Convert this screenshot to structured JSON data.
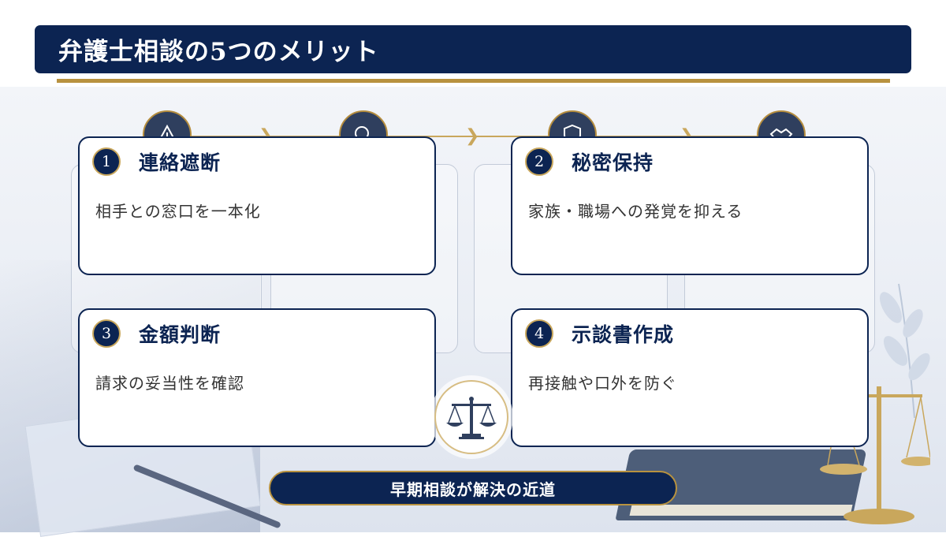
{
  "header": {
    "title": "弁護士相談の5つのメリット"
  },
  "cards": [
    {
      "number": "1",
      "title": "連絡遮断",
      "description": "相手との窓口を一本化"
    },
    {
      "number": "2",
      "title": "秘密保持",
      "description": "家族・職場への発覚を抑える"
    },
    {
      "number": "3",
      "title": "金額判断",
      "description": "請求の妥当性を確認"
    },
    {
      "number": "4",
      "title": "示談書作成",
      "description": "再接触や口外を防ぐ"
    }
  ],
  "footer": {
    "label": "早期相談が解決の近道"
  },
  "icons": {
    "step1": "warning-icon",
    "step2": "search-icon",
    "step3": "shield-icon",
    "step4": "handshake-icon",
    "center": "scales-of-justice-icon"
  },
  "colors": {
    "navy": "#0c2452",
    "gold": "#b8923f",
    "background": "#eef1f6"
  }
}
